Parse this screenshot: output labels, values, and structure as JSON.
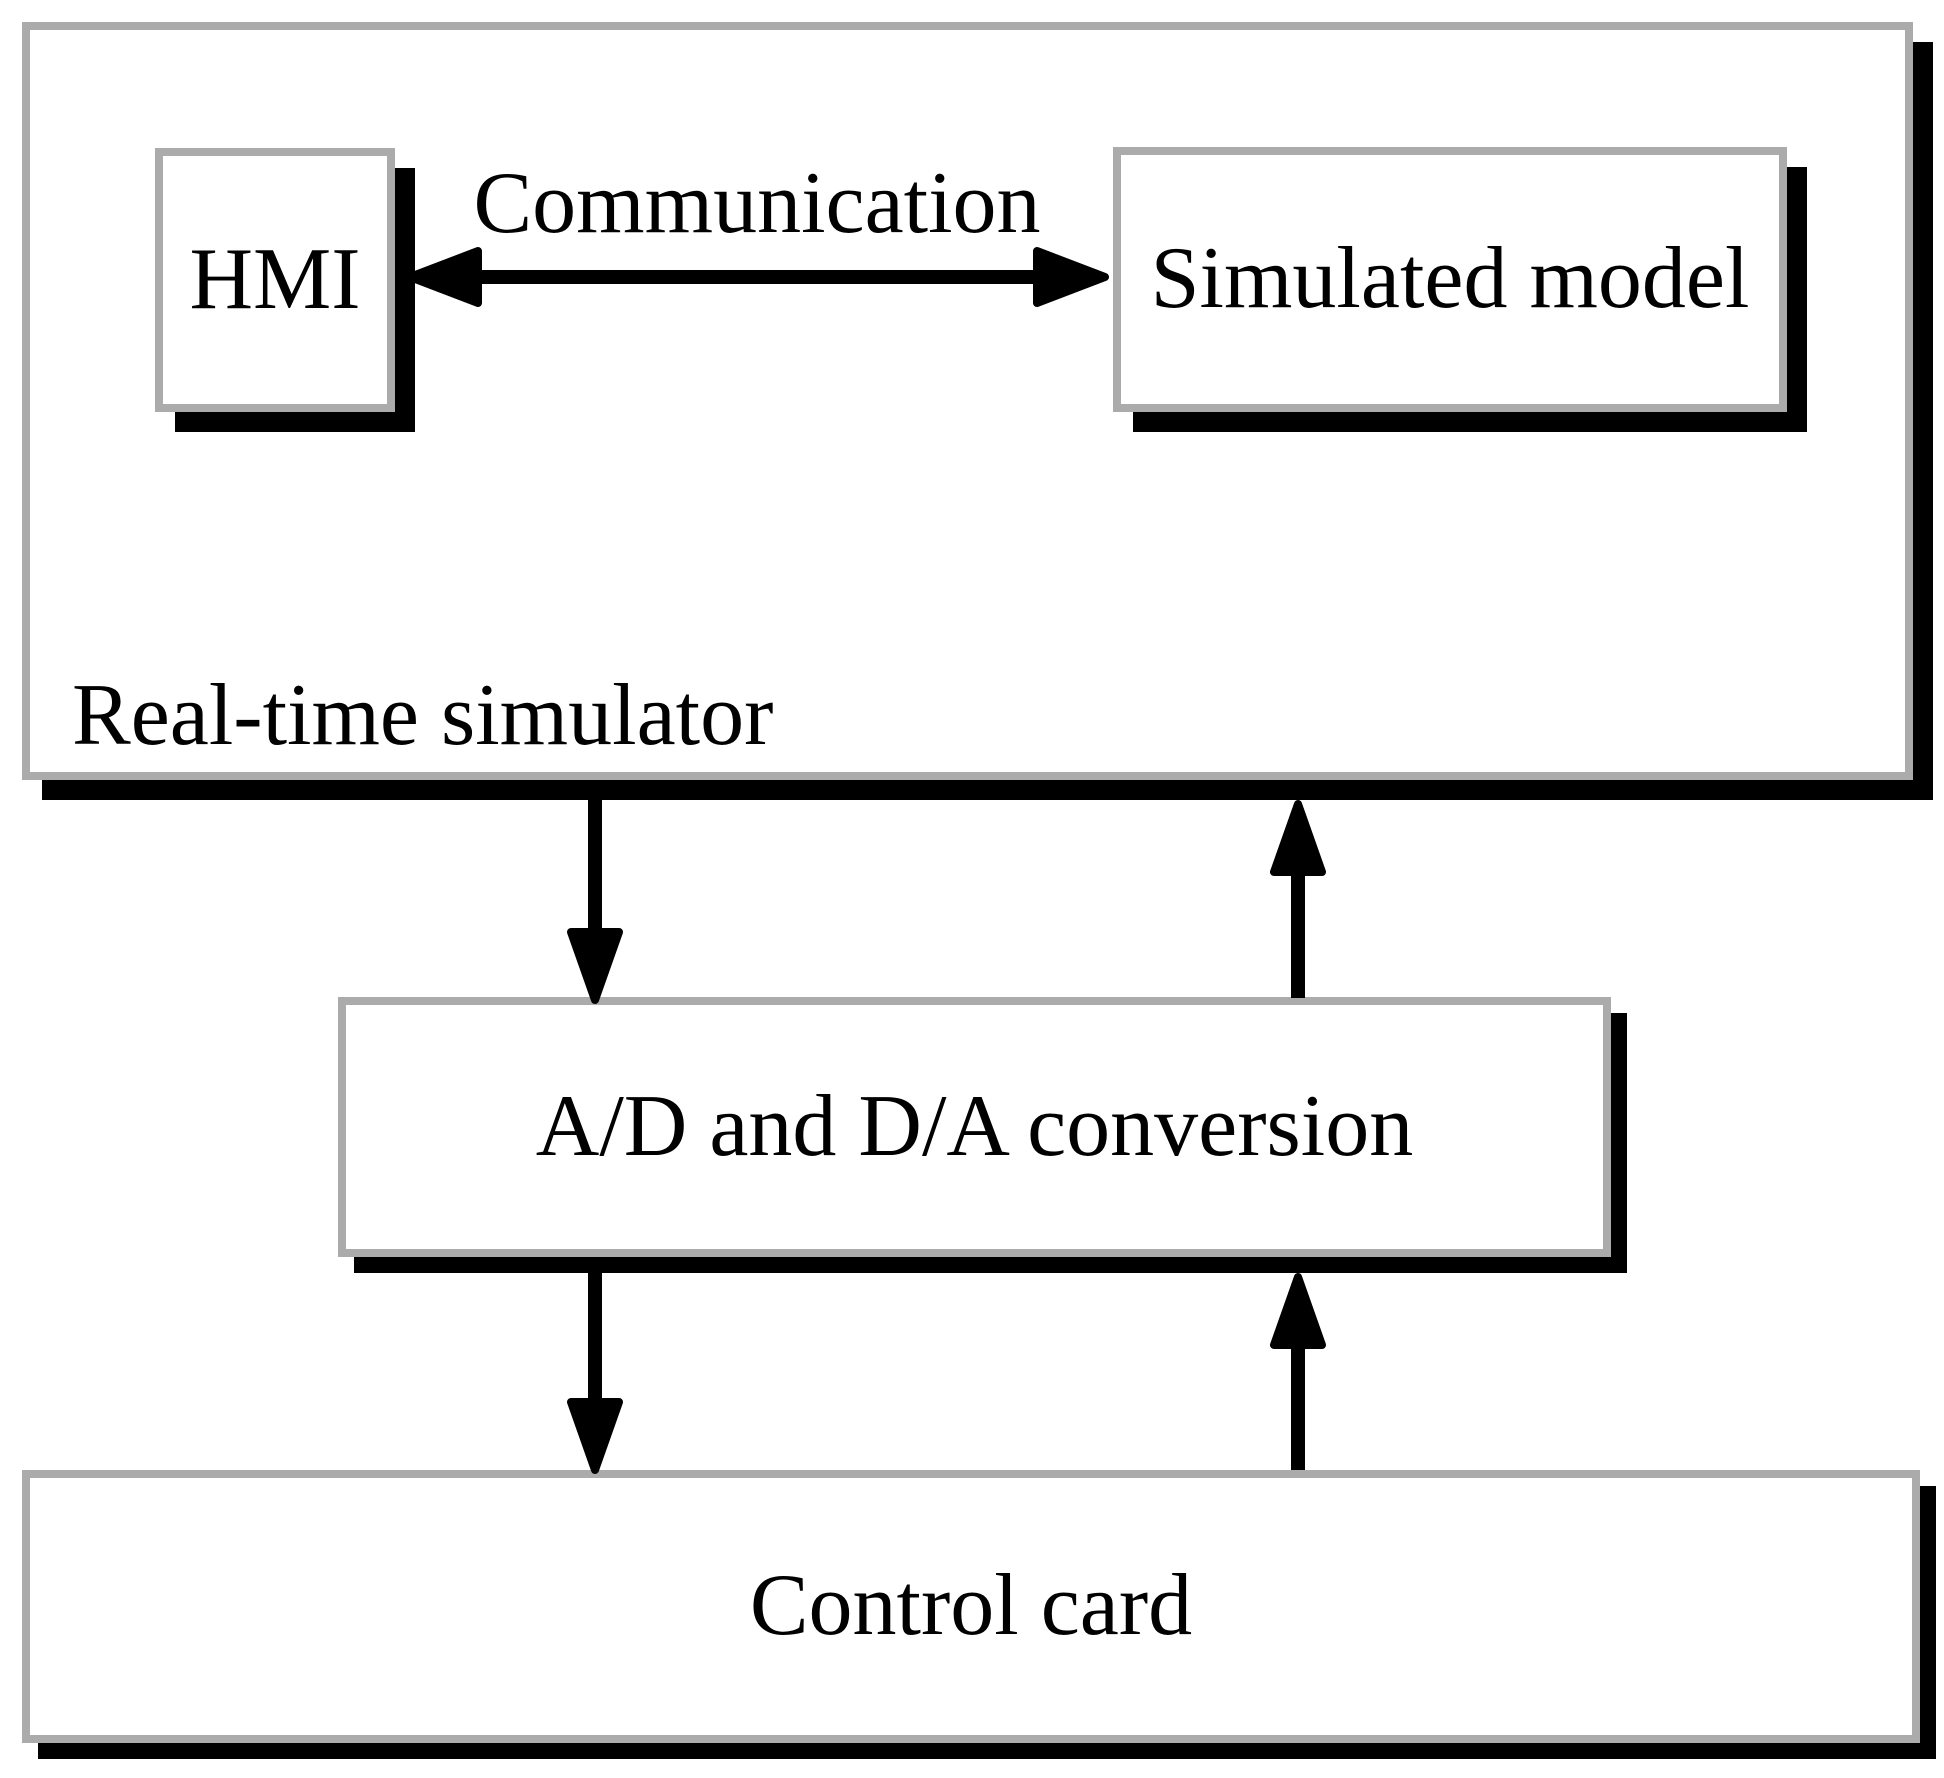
{
  "diagram": {
    "nodes": {
      "real_time_simulator": {
        "label": "Real-time simulator"
      },
      "hmi": {
        "label": "HMI"
      },
      "simulated_model": {
        "label": "Simulated model"
      },
      "ad_da_conversion": {
        "label": "A/D and D/A conversion"
      },
      "control_card": {
        "label": "Control card"
      }
    },
    "edges": [
      {
        "name": "communication-arrow",
        "label": "Communication",
        "from": "hmi",
        "to": "simulated_model",
        "direction": "bidirectional-horizontal"
      },
      {
        "name": "simulator-to-adda-arrow",
        "label": "",
        "from": "real_time_simulator",
        "to": "ad_da_conversion",
        "direction": "down"
      },
      {
        "name": "adda-to-simulator-arrow",
        "label": "",
        "from": "ad_da_conversion",
        "to": "real_time_simulator",
        "direction": "up"
      },
      {
        "name": "adda-to-control-card-arrow",
        "label": "",
        "from": "ad_da_conversion",
        "to": "control_card",
        "direction": "down"
      },
      {
        "name": "control-card-to-adda-arrow",
        "label": "",
        "from": "control_card",
        "to": "ad_da_conversion",
        "direction": "up"
      }
    ],
    "colors": {
      "background": "#ffffff",
      "box_fill": "#ffffff",
      "box_border_gray": "#ababab",
      "shadow": "#000000",
      "text": "#000000",
      "arrow": "#000000"
    }
  }
}
